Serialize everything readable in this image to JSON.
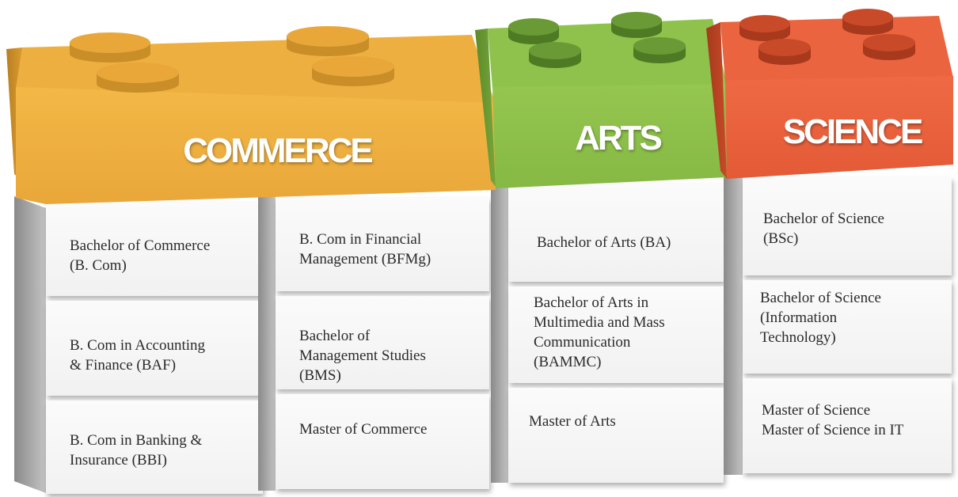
{
  "categories": [
    {
      "title": "COMMERCE",
      "color": "#F0B040",
      "courses_col1": [
        "Bachelor of Commerce\n(B. Com)",
        "B. Com in Accounting\n& Finance (BAF)",
        "B. Com in Banking &\nInsurance (BBI)"
      ],
      "courses_col2": [
        "B. Com in Financial\nManagement (BFMg)",
        "Bachelor of\nManagement Studies\n(BMS)",
        "Master of Commerce"
      ]
    },
    {
      "title": "ARTS",
      "color": "#8DC04A",
      "courses": [
        "Bachelor of Arts (BA)",
        "Bachelor of Arts in\nMultimedia and Mass\nCommunication\n(BAMMC)",
        "Master of Arts"
      ]
    },
    {
      "title": "SCIENCE",
      "color": "#E8603C",
      "courses": [
        "Bachelor of Science\n(BSc)",
        "Bachelor of Science\n(Information\nTechnology)",
        "Master of Science\nMaster of Science in IT"
      ]
    }
  ]
}
